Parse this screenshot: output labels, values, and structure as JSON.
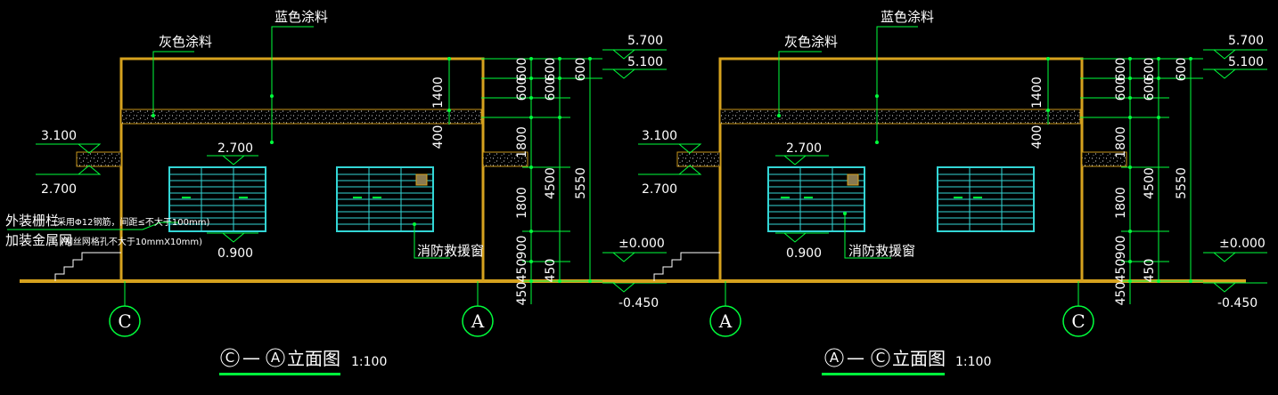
{
  "colors": {
    "background": "#000000",
    "wall": "#d6a21e",
    "dimension": "#00ff3c",
    "window": "#33d6d6",
    "text": "#ffffff",
    "title_underline": "#00ff3c"
  },
  "left_elevation": {
    "title": "C— A立面图",
    "title_prefix_circle": "C",
    "title_middle_circle": "A",
    "title_text": "立面图",
    "scale": "1:100",
    "grid_left": "C",
    "grid_right": "A",
    "label_grey_paint": "灰色涂料",
    "label_blue_paint": "蓝色涂料",
    "label_railing": "外装栅栏",
    "label_railing_note": "(采用Φ12钢筋，间距≤不大于100mm)",
    "label_mesh": "加装金属网",
    "label_mesh_note": "(钢丝网格孔不大于10mmX10mm)",
    "label_fire_window": "消防救援窗",
    "lv_3100": "3.100",
    "lv_2700_left": "2.700",
    "lv_2700_window": "2.700",
    "lv_0900": "0.900",
    "lv_5700": "5.700",
    "lv_5100": "5.100",
    "lv_0000": "±0.000",
    "lv_neg0450": "-0.450",
    "d_1400": "1400",
    "d_400": "400",
    "d_600a": "600",
    "d_600b": "600",
    "d_600c": "600",
    "d_600d": "600",
    "d_600e": "600",
    "d_1800a": "1800",
    "d_1800b": "1800",
    "d_900": "900",
    "d_450a": "450",
    "d_450b": "450",
    "d_450c": "450",
    "d_4500": "4500",
    "d_5550": "5550"
  },
  "right_elevation": {
    "title": "A— C立面图",
    "title_prefix_circle": "A",
    "title_middle_circle": "C",
    "title_text": "立面图",
    "scale": "1:100",
    "grid_left": "A",
    "grid_right": "C",
    "label_grey_paint": "灰色涂料",
    "label_blue_paint": "蓝色涂料",
    "label_fire_window": "消防救援窗",
    "lv_3100": "3.100",
    "lv_2700_left": "2.700",
    "lv_2700_window": "2.700",
    "lv_0900": "0.900",
    "lv_5700": "5.700",
    "lv_5100": "5.100",
    "lv_0000": "±0.000",
    "lv_neg0450": "-0.450",
    "d_1400": "1400",
    "d_400": "400",
    "d_600a": "600",
    "d_600b": "600",
    "d_600c": "600",
    "d_600d": "600",
    "d_600e": "600",
    "d_1800a": "1800",
    "d_1800b": "1800",
    "d_900": "900",
    "d_450a": "450",
    "d_450b": "450",
    "d_450c": "450",
    "d_4500": "4500",
    "d_5550": "5550"
  }
}
